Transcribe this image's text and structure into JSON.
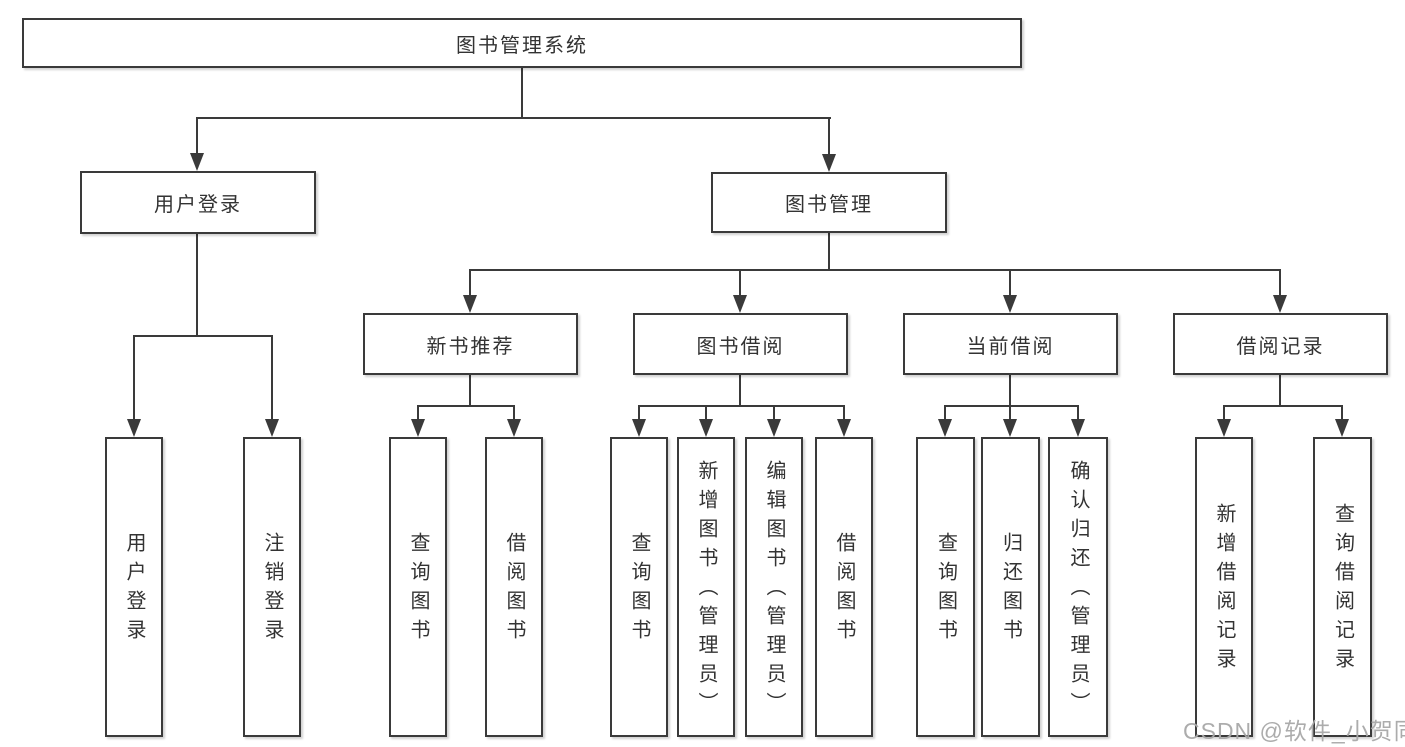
{
  "root": {
    "label": "图书管理系统"
  },
  "level2": {
    "user_login": {
      "label": "用户登录"
    },
    "book_mgmt": {
      "label": "图书管理"
    }
  },
  "level3": {
    "new_book": {
      "label": "新书推荐"
    },
    "borrow": {
      "label": "图书借阅"
    },
    "current": {
      "label": "当前借阅"
    },
    "record": {
      "label": "借阅记录"
    }
  },
  "leaves": {
    "user_login": [
      "用户登录",
      "注销登录"
    ],
    "new_book": [
      "查询图书",
      "借阅图书"
    ],
    "borrow": [
      "查询图书",
      "新增图书（管理员）",
      "编辑图书（管理员）",
      "借阅图书"
    ],
    "current": [
      "查询图书",
      "归还图书",
      "确认归还（管理员）"
    ],
    "record": [
      "新增借阅记录",
      "查询借阅记录"
    ]
  },
  "watermark": {
    "text": "CSDN @软件_小贺同学"
  },
  "colors": {
    "line": "#3a3a3a",
    "box_border": "#3a3a3a",
    "box_fill": "#ffffff",
    "text": "#333333",
    "watermark": "#a8a8a8"
  }
}
